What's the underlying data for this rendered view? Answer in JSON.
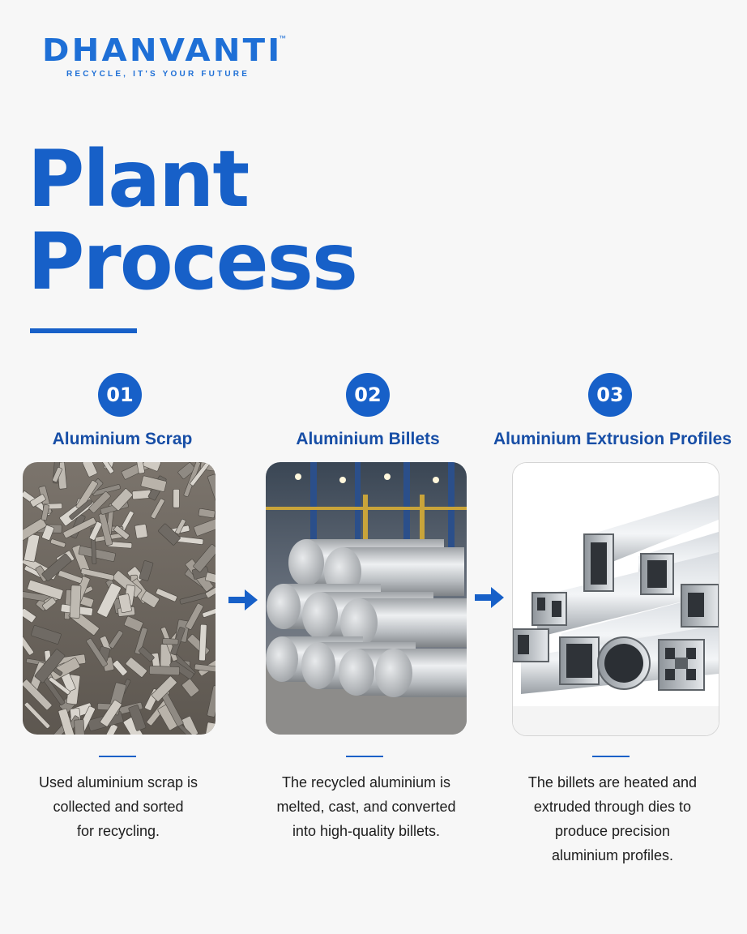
{
  "brand": {
    "name": "DHANVANTI",
    "trademark": "™",
    "tagline": "RECYCLE, IT'S YOUR FUTURE",
    "color": "#1e6fd6"
  },
  "title": {
    "line1": "Plant",
    "line2": "Process",
    "color": "#1760c8"
  },
  "steps": [
    {
      "number": "01",
      "title": "Aluminium Scrap",
      "image": "aluminium-scrap-pile",
      "desc_lines": [
        "Used aluminium scrap is",
        "collected and sorted",
        "for recycling."
      ]
    },
    {
      "number": "02",
      "title": "Aluminium Billets",
      "image": "stacked-aluminium-billets",
      "desc_lines": [
        "The recycled aluminium is",
        "melted, cast, and converted",
        "into high-quality billets."
      ]
    },
    {
      "number": "03",
      "title": "Aluminium Extrusion Profiles",
      "image": "aluminium-extrusion-profiles",
      "desc_lines": [
        "The billets are heated and",
        "extruded through dies to",
        "produce precision",
        "aluminium profiles."
      ]
    }
  ],
  "arrows": [
    "arrow-right-icon",
    "arrow-right-icon"
  ]
}
